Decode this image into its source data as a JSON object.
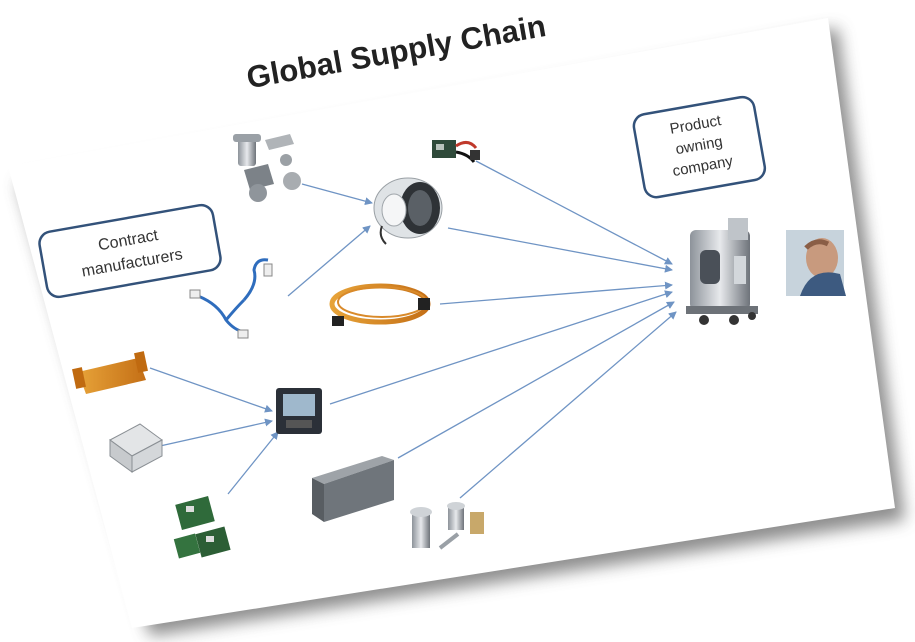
{
  "title": "Global Supply Chain",
  "labels": {
    "contract": [
      "Contract",
      "manufacturers"
    ],
    "owner": [
      "Product",
      "owning",
      "company"
    ]
  },
  "components": [
    {
      "name": "bracket-parts-icon",
      "label": "mechanical brackets"
    },
    {
      "name": "circuit-board-sensor-icon",
      "label": "sensor board"
    },
    {
      "name": "motor-module-icon",
      "label": "motor module"
    },
    {
      "name": "wire-harness-icon",
      "label": "wire harness"
    },
    {
      "name": "coiled-cable-icon",
      "label": "cable"
    },
    {
      "name": "flex-pcb-icon",
      "label": "flex circuit"
    },
    {
      "name": "controller-display-icon",
      "label": "controller"
    },
    {
      "name": "enclosure-box-icon",
      "label": "enclosure"
    },
    {
      "name": "pcb-assemblies-icon",
      "label": "pcb assemblies"
    },
    {
      "name": "sheet-metal-tray-icon",
      "label": "sheet metal"
    },
    {
      "name": "machined-fittings-icon",
      "label": "machined fittings"
    },
    {
      "name": "medical-device-icon",
      "label": "product"
    },
    {
      "name": "stressed-person-icon",
      "label": "person"
    }
  ],
  "colors": {
    "arrow": "#6f94c4",
    "box_border": "#33527a",
    "text": "#333333",
    "shadow": "#6b6b6b"
  }
}
